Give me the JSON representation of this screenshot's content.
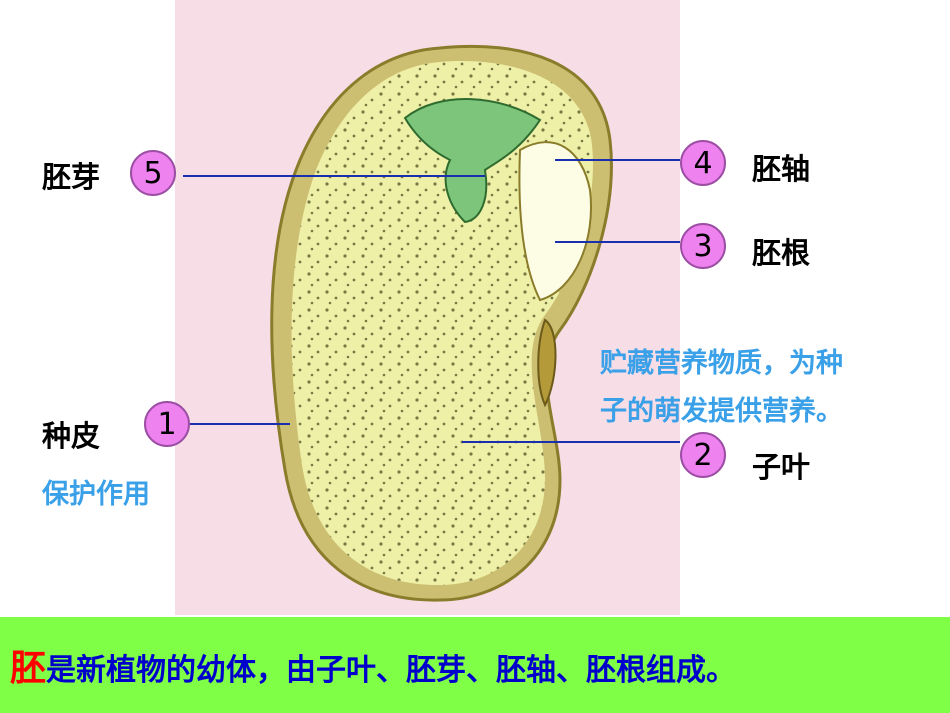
{
  "colors": {
    "badge": "#ee82ee",
    "note": "#3aa0e8",
    "bar": "#7fff45",
    "bar_text": "#0000cc",
    "highlight": "#ff0000"
  },
  "labels": {
    "plumule": "胚芽",
    "hypocotyl": "胚轴",
    "radicle": "胚根",
    "seed_coat": "种皮",
    "cotyledon": "子叶"
  },
  "badges": {
    "b1": "1",
    "b2": "2",
    "b3": "3",
    "b4": "4",
    "b5": "5"
  },
  "notes": {
    "seed_coat_function": "保护作用",
    "cotyledon_function_line1": "贮藏营养物质，为种",
    "cotyledon_function_line2": "子的萌发提供营养。"
  },
  "bottom": {
    "highlight": "胚",
    "rest": "是新植物的幼体，由子叶、胚芽、胚轴、胚根组成。"
  }
}
